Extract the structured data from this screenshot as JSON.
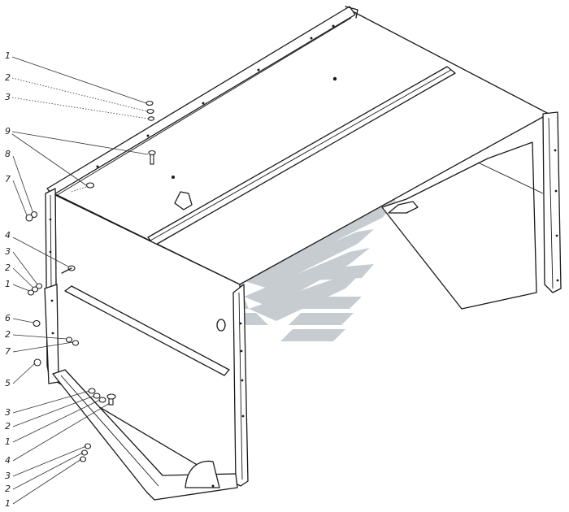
{
  "callouts": [
    {
      "label": "1"
    },
    {
      "label": "2"
    },
    {
      "label": "3"
    },
    {
      "label": "9"
    },
    {
      "label": "8"
    },
    {
      "label": "7"
    },
    {
      "label": "4"
    },
    {
      "label": "3"
    },
    {
      "label": "2"
    },
    {
      "label": "1"
    },
    {
      "label": "6"
    },
    {
      "label": "2"
    },
    {
      "label": "7"
    },
    {
      "label": "5"
    },
    {
      "label": "3"
    },
    {
      "label": "2"
    },
    {
      "label": "1"
    },
    {
      "label": "4"
    },
    {
      "label": "3"
    },
    {
      "label": "2"
    },
    {
      "label": "1"
    }
  ],
  "colors": {
    "line": "#1a1a1a",
    "watermark": "#b5bcc2"
  }
}
